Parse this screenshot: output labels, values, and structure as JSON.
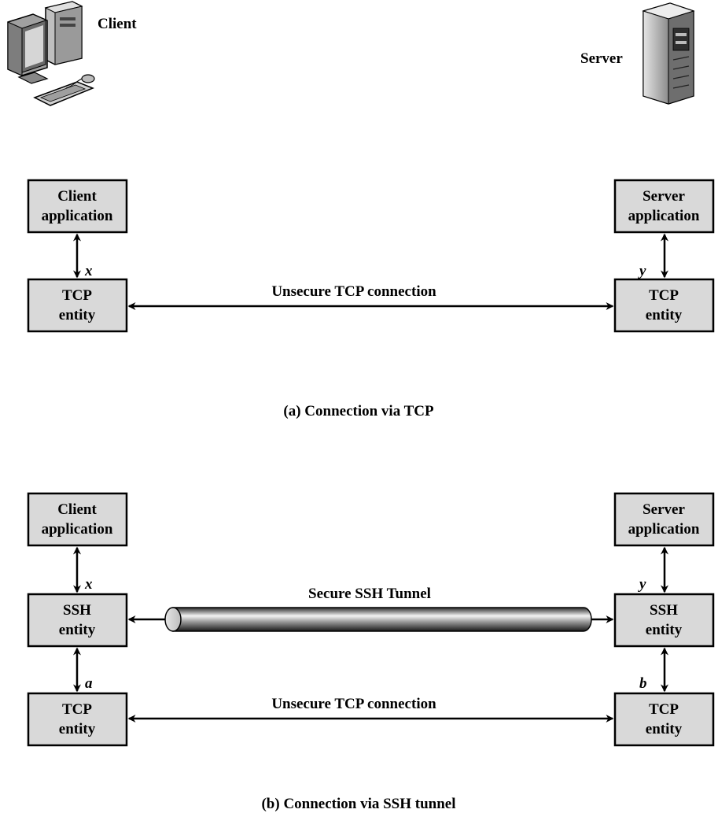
{
  "hosts": {
    "client_label": "Client",
    "server_label": "Server"
  },
  "diagram_a": {
    "client_app": [
      "Client",
      "application"
    ],
    "server_app": [
      "Server",
      "application"
    ],
    "client_tcp": [
      "TCP",
      "entity"
    ],
    "server_tcp": [
      "TCP",
      "entity"
    ],
    "link_label": "Unsecure TCP connection",
    "port_left": "x",
    "port_right": "y",
    "caption": "(a) Connection via TCP"
  },
  "diagram_b": {
    "client_app": [
      "Client",
      "application"
    ],
    "server_app": [
      "Server",
      "application"
    ],
    "client_ssh": [
      "SSH",
      "entity"
    ],
    "server_ssh": [
      "SSH",
      "entity"
    ],
    "client_tcp": [
      "TCP",
      "entity"
    ],
    "server_tcp": [
      "TCP",
      "entity"
    ],
    "tunnel_label": "Secure SSH Tunnel",
    "tcp_link_label": "Unsecure TCP connection",
    "port_x": "x",
    "port_y": "y",
    "port_a": "a",
    "port_b": "b",
    "caption": "(b) Connection via SSH tunnel"
  }
}
